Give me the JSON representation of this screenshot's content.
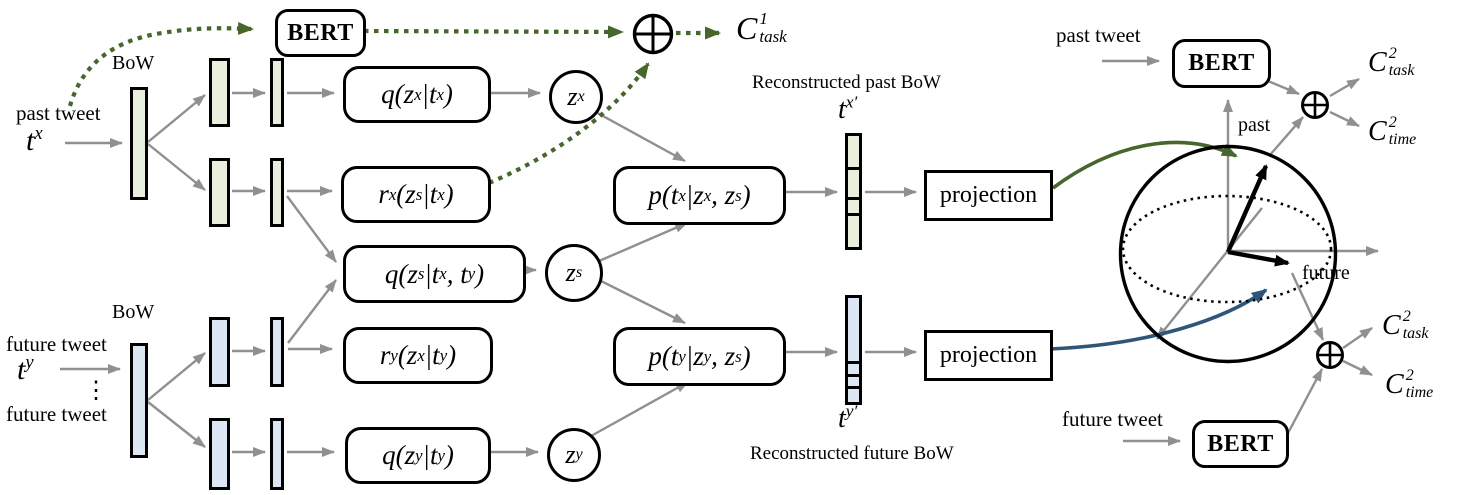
{
  "colors": {
    "arrow_gray": "#909090",
    "accent_green": "#47662b",
    "accent_blue": "#2f5679",
    "bar_green": "#e8efdd",
    "bar_blue": "#dce7f3"
  },
  "left": {
    "past_tweet_label": "past tweet",
    "past_input_label": "t^{x}",
    "bow_past_label": "BoW",
    "future_tweet_label_1": "future tweet",
    "future_input_label": "t^{y}",
    "vdots": "⋮",
    "future_tweet_label_2": "future tweet",
    "bow_future_label": "BoW"
  },
  "encoder_boxes": {
    "q_zx": "q(z^{x}|t^{x})",
    "r_x": "r^{x}(z^{s}|t^{x})",
    "q_zs": "q(z^{s}|t^{x}, t^{y})",
    "r_y": "r^{y}(z^{x}|t^{y})",
    "q_zy": "q(z^{y}|t^{y})"
  },
  "latents": {
    "zx": "z^{x}",
    "zs": "z^{s}",
    "zy": "z^{y}"
  },
  "decoder_boxes": {
    "p_tx": "p(t^{x}|z^{x}, z^{s})",
    "p_ty": "p(t^{y}|z^{y}, z^{s})"
  },
  "bert": {
    "top": "BERT",
    "right_top": "BERT",
    "right_bottom": "BERT"
  },
  "reconstruction": {
    "past_caption": "Reconstructed past BoW",
    "past_bar_label": "t^{x′}",
    "future_caption": "Reconstructed future BoW",
    "future_bar_label": "t^{y′}",
    "projection_top": "projection",
    "projection_bottom": "projection"
  },
  "losses": {
    "c1_task": {
      "base": "C",
      "sup": "1",
      "sub": "task"
    },
    "c2_task_top": {
      "base": "C",
      "sup": "2",
      "sub": "task"
    },
    "c2_time_top": {
      "base": "C",
      "sup": "2",
      "sub": "time"
    },
    "c2_task_bottom": {
      "base": "C",
      "sup": "2",
      "sub": "task"
    },
    "c2_time_bottom": {
      "base": "C",
      "sup": "2",
      "sub": "time"
    }
  },
  "sphere": {
    "past_axis_label": "past",
    "future_axis_label": "future"
  },
  "right": {
    "past_tweet_label": "past tweet",
    "future_tweet_label": "future tweet"
  }
}
